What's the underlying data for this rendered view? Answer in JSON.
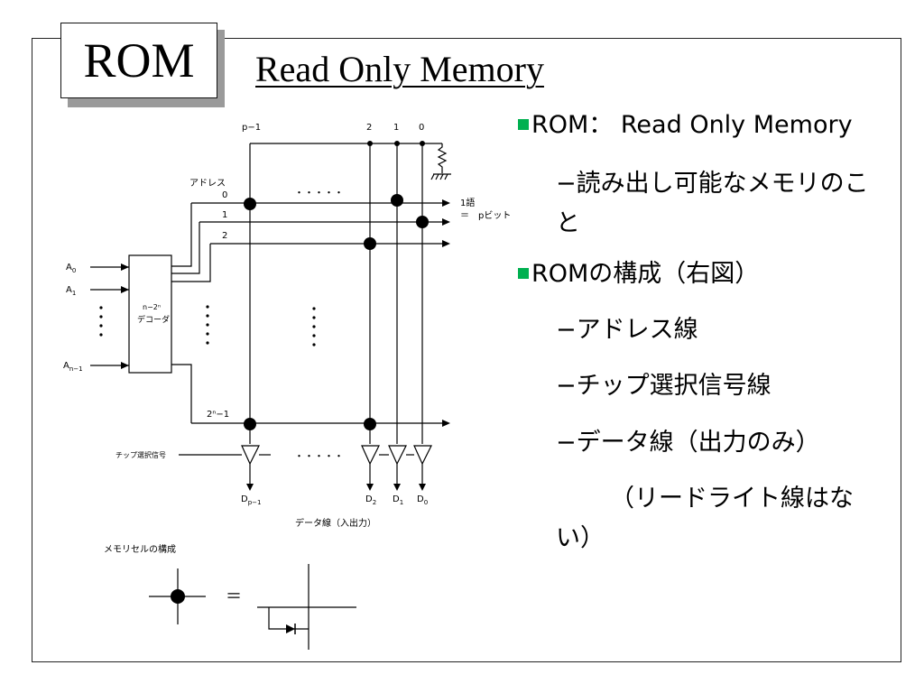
{
  "title": "ROM",
  "subtitle": "Read  Only Memory",
  "bullets": {
    "b1": "ROM： Read Only Memory",
    "b1_sub": "−読み出し可能なメモリのこと",
    "b2": "ROMの構成（右図）",
    "b2_sub1": "−アドレス線",
    "b2_sub2": "−チップ選択信号線",
    "b2_sub3": "−データ線（出力のみ）",
    "b2_note": "（リードライト線はない）"
  },
  "diagram": {
    "col_p1": "p−1",
    "col_2": "2",
    "col_1": "1",
    "col_0": "0",
    "address_label": "アドレス",
    "row_0": "0",
    "row_1": "1",
    "row_2": "2",
    "row_last": "2ⁿ−1",
    "dots": "・・・・・",
    "word_label": "1語",
    "word_eq": "＝　pビット",
    "in_a0": "A",
    "in_a0_sub": "0",
    "in_a1": "A",
    "in_a1_sub": "1",
    "in_an": "A",
    "in_an_sub": "n−1",
    "decoder_l1": "n−2ⁿ",
    "decoder_l2": "デコーダ",
    "chip_select": "チップ選択信号",
    "out_dp": "D",
    "out_dp_sub": "p−1",
    "out_d2": "D",
    "out_d2_sub": "2",
    "out_d1": "D",
    "out_d1_sub": "1",
    "out_d0": "D",
    "out_d0_sub": "0",
    "data_line": "データ線（入出力）",
    "cell_title": "メモリセルの構成",
    "equals": "＝"
  }
}
